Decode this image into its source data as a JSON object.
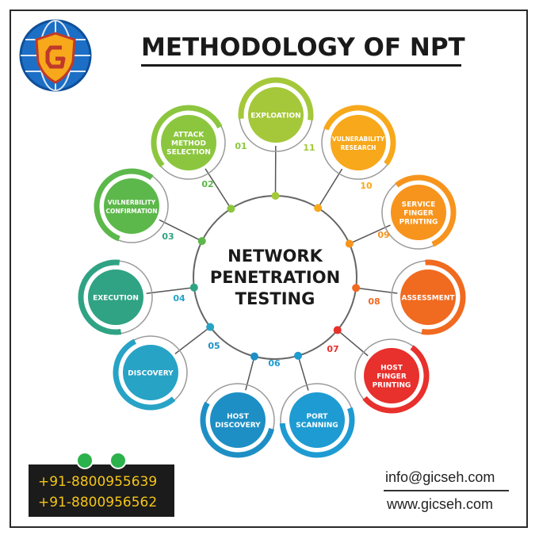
{
  "title": "METHODOLOGY OF NPT",
  "center_text": [
    "NETWORK",
    "PENETRATION",
    "TESTING"
  ],
  "steps": [
    {
      "num": "01",
      "lines": [
        "ATTACK",
        "METHOD",
        "SELECTION"
      ],
      "color": "#8cc63f"
    },
    {
      "num": "02",
      "lines": [
        "VULNERBILITY",
        "CONFIRMATION"
      ],
      "color": "#5cb84a"
    },
    {
      "num": "03",
      "lines": [
        "EXECUTION"
      ],
      "color": "#2fa384"
    },
    {
      "num": "04",
      "lines": [
        "DISCOVERY"
      ],
      "color": "#27a3c6"
    },
    {
      "num": "05",
      "lines": [
        "HOST",
        "DISCOVERY"
      ],
      "color": "#1e8fc4"
    },
    {
      "num": "06",
      "lines": [
        "PORT",
        "SCANNING"
      ],
      "color": "#1e9bd2"
    },
    {
      "num": "07",
      "lines": [
        "HOST",
        "FINGER",
        "PRINTING"
      ],
      "color": "#e8302c"
    },
    {
      "num": "08",
      "lines": [
        "ASSESSMENT"
      ],
      "color": "#f06a20"
    },
    {
      "num": "09",
      "lines": [
        "SERVICE",
        "FINGER",
        "PRINTING"
      ],
      "color": "#f7941d"
    },
    {
      "num": "10",
      "lines": [
        "VULNERABILITY",
        "RESEARCH"
      ],
      "color": "#f7a81b"
    },
    {
      "num": "11",
      "lines": [
        "EXPLOATION"
      ],
      "color": "#a4c83a"
    }
  ],
  "contact": {
    "phone1": "+91-8800955639",
    "phone2": "+91-8800956562",
    "email": "info@gicseh.com",
    "website": "www.gicseh.com"
  },
  "colors": {
    "accent_green": "#8cc63f",
    "accent_blue": "#1e8fc4",
    "accent_orange": "#f7941d",
    "phone_text": "#f5c518"
  },
  "icons": [
    "logo-globe-shield-icon",
    "whatsapp-icon",
    "phone-icon"
  ]
}
